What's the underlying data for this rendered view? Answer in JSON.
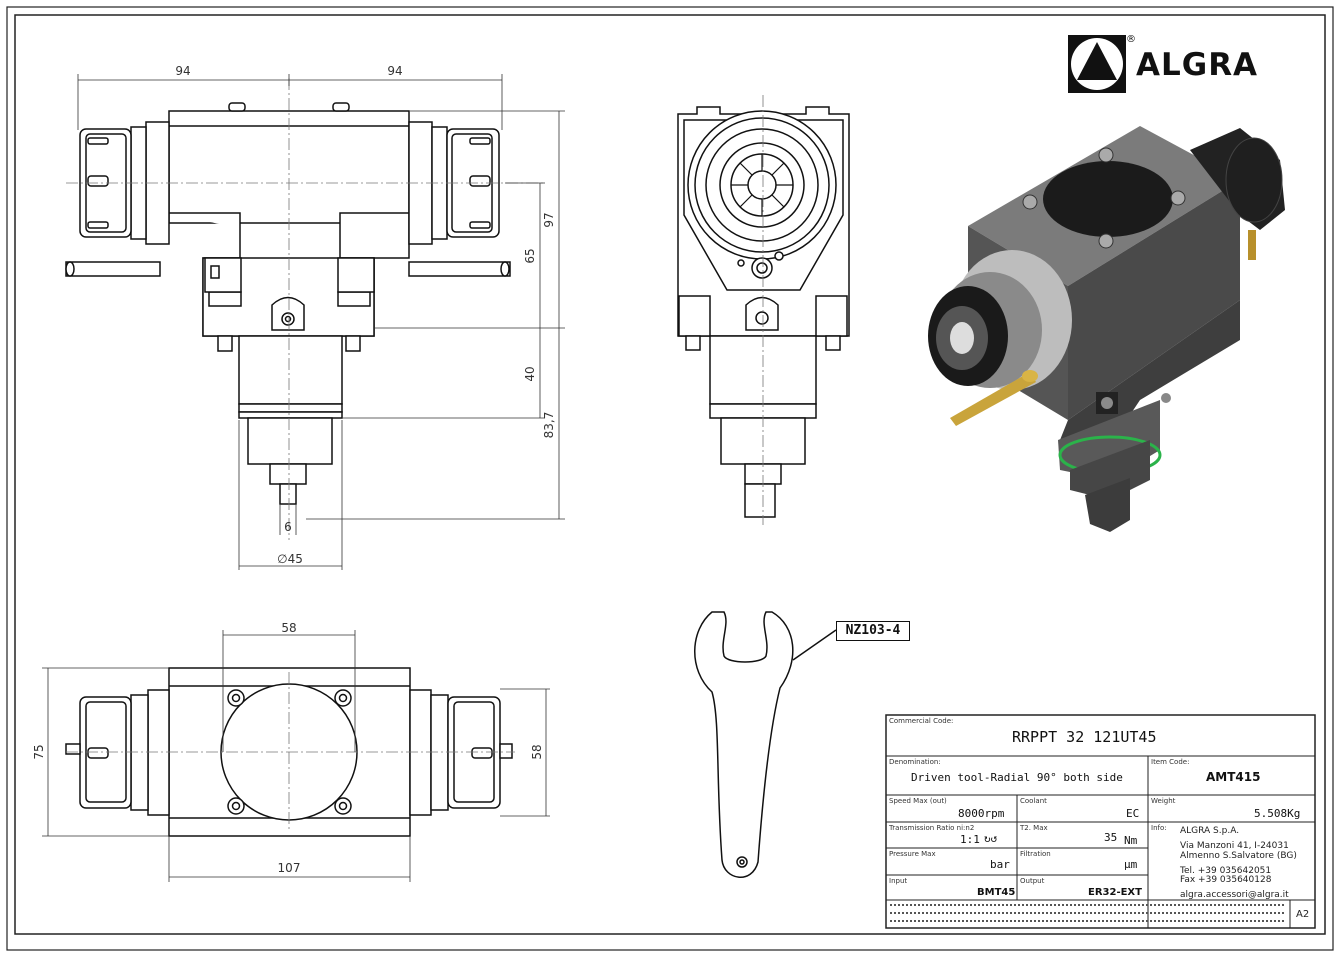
{
  "brand": {
    "name": "ALGRA",
    "registered_mark": "®"
  },
  "dimensions": {
    "front_left_half": "94",
    "front_right_half": "94",
    "front_height_97": "97",
    "front_height_65": "65",
    "front_height_40": "40",
    "front_height_83_7": "83,7",
    "front_shaft_6": "6",
    "front_diameter": "∅45",
    "bottom_top_width": "58",
    "bottom_height_75": "75",
    "bottom_height_58": "58",
    "bottom_width": "107"
  },
  "callout": {
    "wrench_code": "NZ103-4"
  },
  "title_block": {
    "commercial_code_label": "Commercial Code:",
    "commercial_code": "RRPPT 32 121UT45",
    "denomination_label": "Denomination:",
    "denomination": "Driven tool-Radial 90° both side",
    "item_code_label": "Item Code:",
    "item_code": "AMT415",
    "speed_label": "Speed Max (out)",
    "speed": "8000rpm",
    "coolant_label": "Coolant",
    "coolant": "EC",
    "weight_label": "Weight",
    "weight": "5.508Kg",
    "ratio_label": "Transmission Ratio ni:n2",
    "ratio": "1:1",
    "ratio_icons": "↻↺",
    "torque_label": "T2. Max",
    "torque_value": "35",
    "torque_unit": "Nm",
    "info_label": "Info:",
    "company": "ALGRA S.p.A.",
    "address1": "Via Manzoni 41, I-24031",
    "address2": "Almenno S.Salvatore (BG)",
    "phone": "Tel. +39 035642051",
    "fax": "Fax +39 035640128",
    "email": "algra.accessori@algra.it",
    "pressure_label": "Pressure Max",
    "pressure_unit": "bar",
    "filtration_label": "Filtration",
    "filtration_unit": "µm",
    "input_label": "Input",
    "input": "BMT45",
    "output_label": "Output",
    "output": "ER32-EXT",
    "sheet_size": "A2"
  }
}
